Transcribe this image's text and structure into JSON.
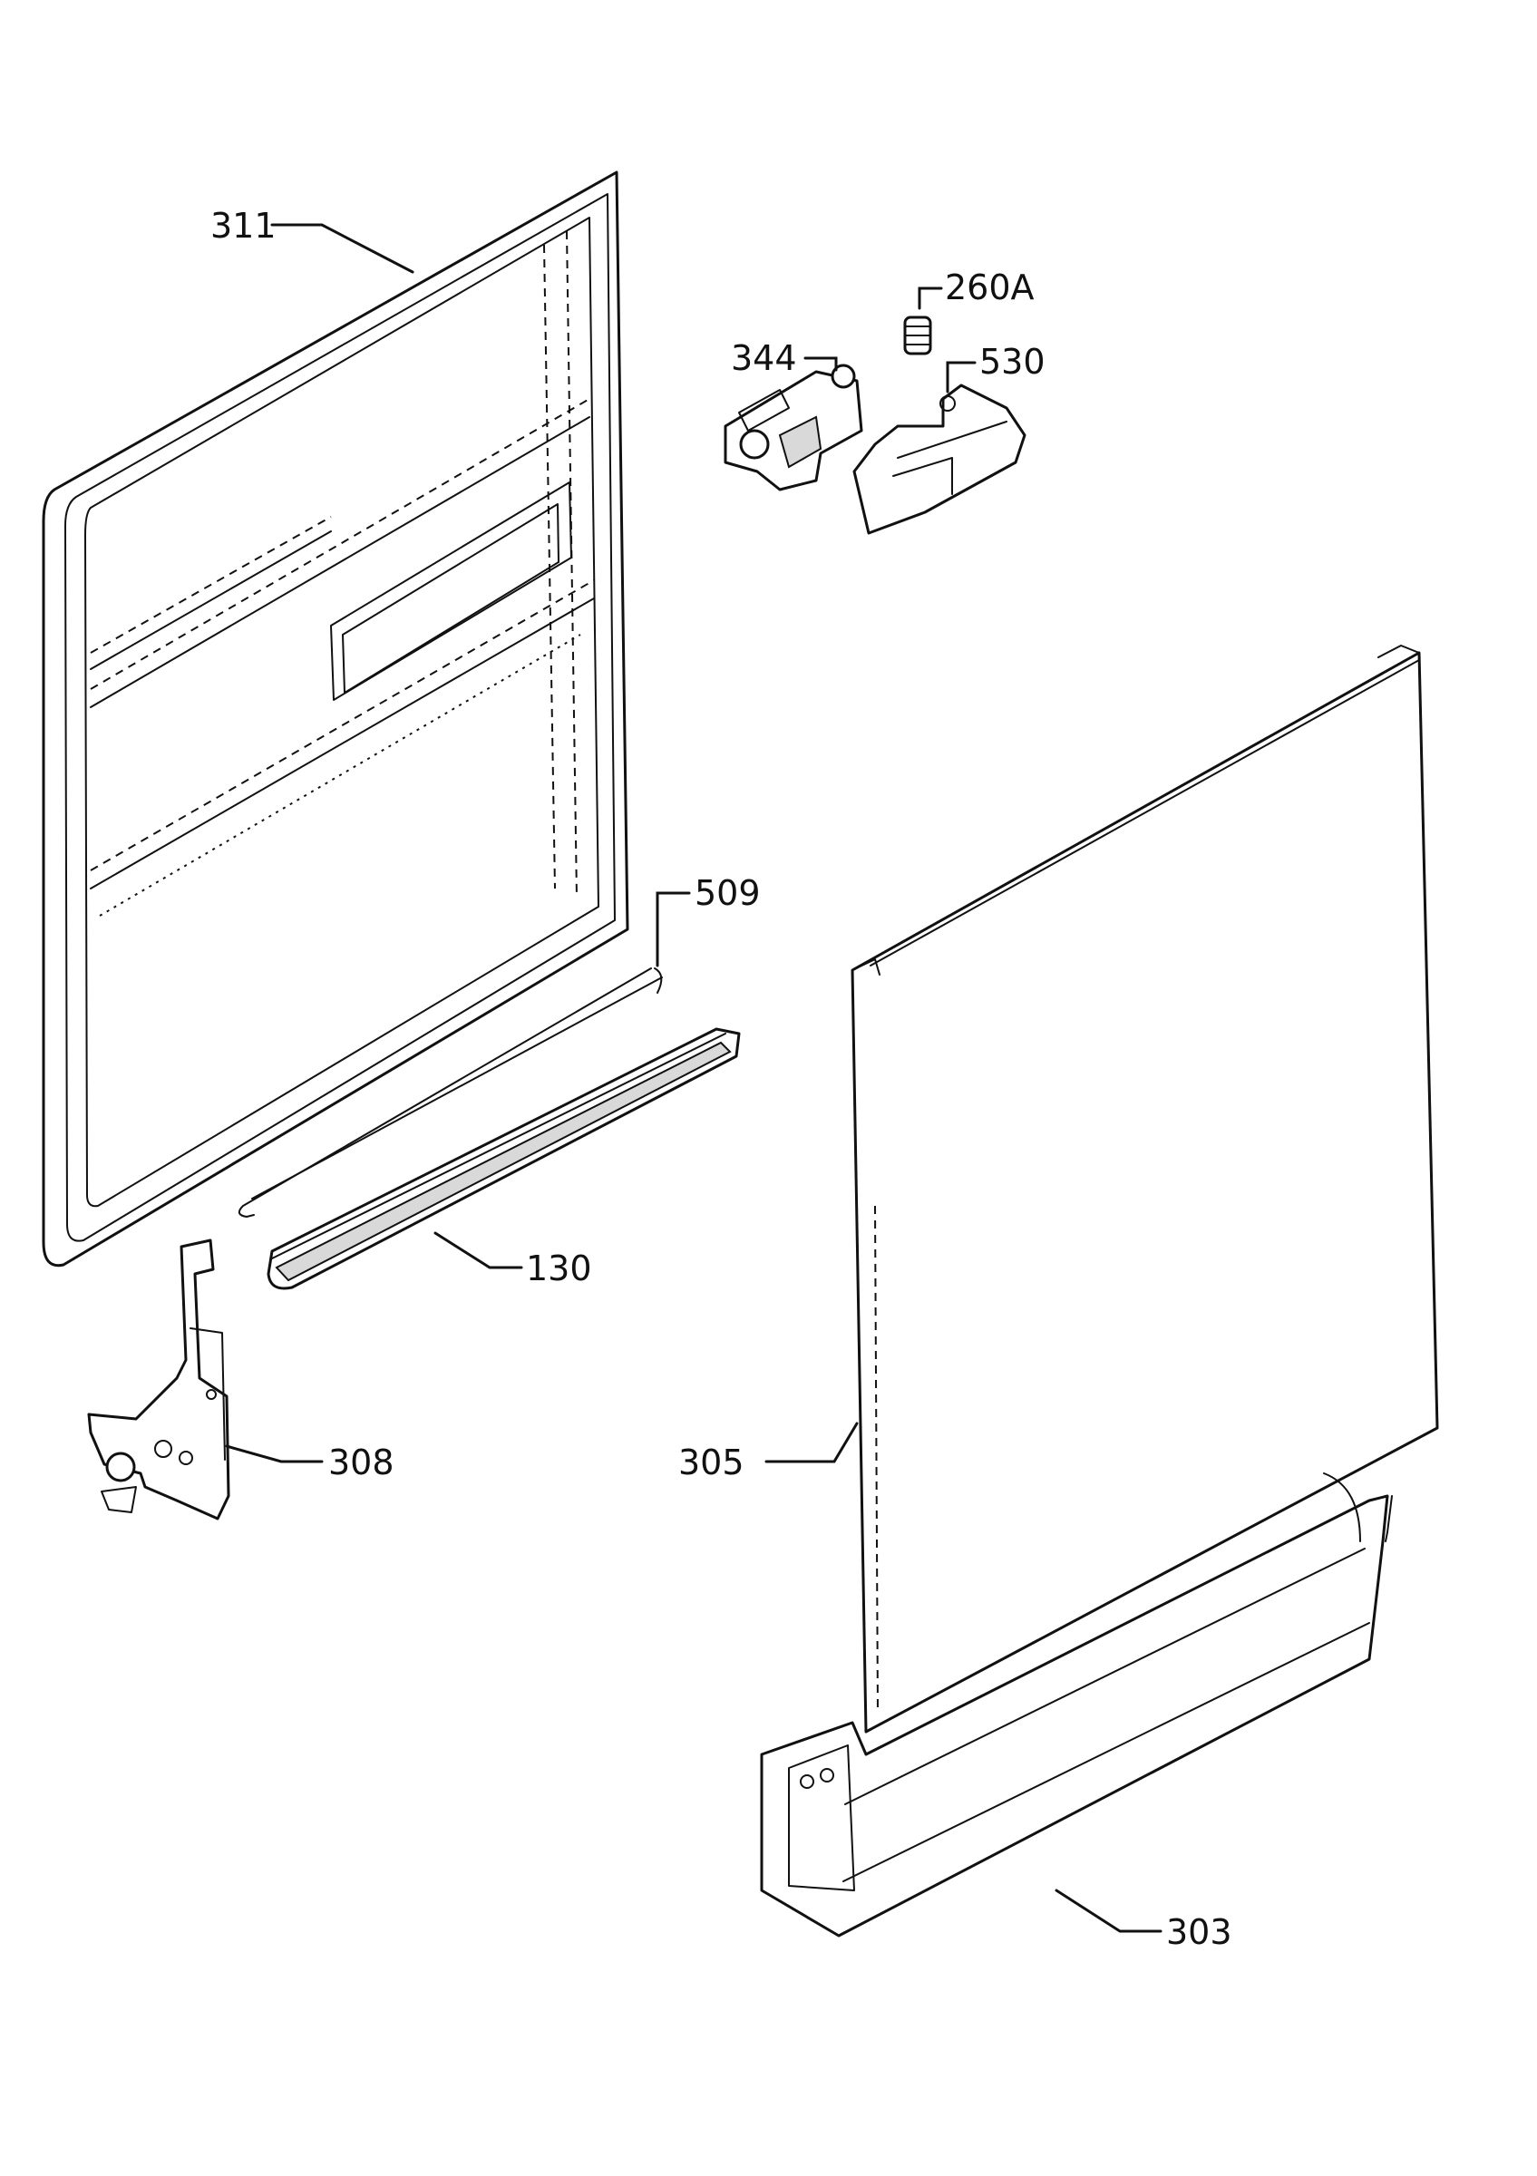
{
  "colors": {
    "ink": "#111111",
    "paper": "#ffffff",
    "shade": "#d9d9d9"
  },
  "callouts": {
    "p311": "311",
    "p260A": "260A",
    "p344": "344",
    "p530": "530",
    "p509": "509",
    "p130": "130",
    "p308": "308",
    "p305": "305",
    "p303": "303"
  }
}
